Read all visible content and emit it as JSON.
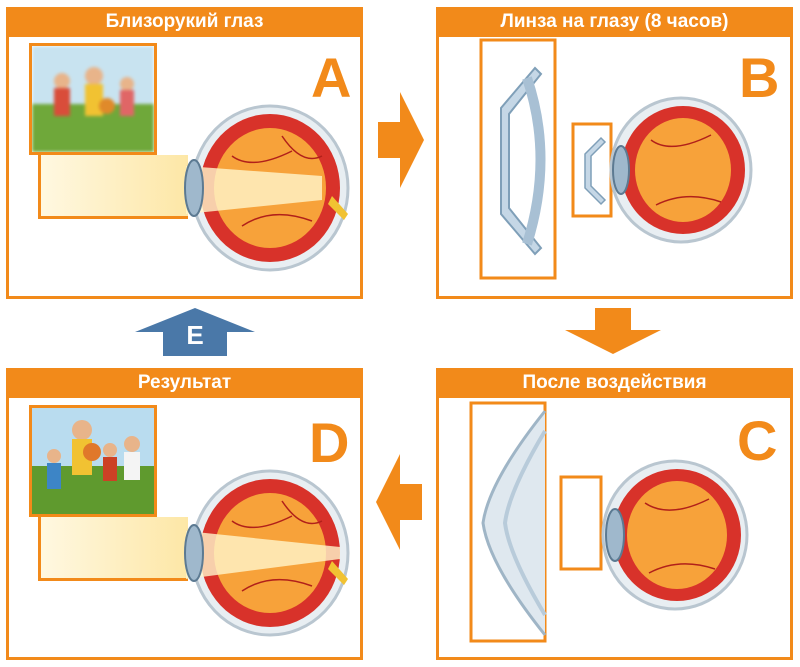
{
  "panels": {
    "a": {
      "title": "Близорукий глаз",
      "letter": "A"
    },
    "b": {
      "title": "Линза на глазу (8 часов)",
      "letter": "B"
    },
    "c": {
      "title": "После воздействия",
      "letter": "C"
    },
    "d": {
      "title": "Результат",
      "letter": "D"
    }
  },
  "arrow_e": {
    "label": "E"
  },
  "colors": {
    "accent": "#f28a1a",
    "arrow_e": "#4a78a8",
    "eye_red": "#d8322a",
    "eye_orange": "#f7a23a"
  },
  "icons": [
    "eye-cross-section",
    "lens",
    "children-photo",
    "arrow-right",
    "arrow-down",
    "arrow-left",
    "arrow-up"
  ]
}
